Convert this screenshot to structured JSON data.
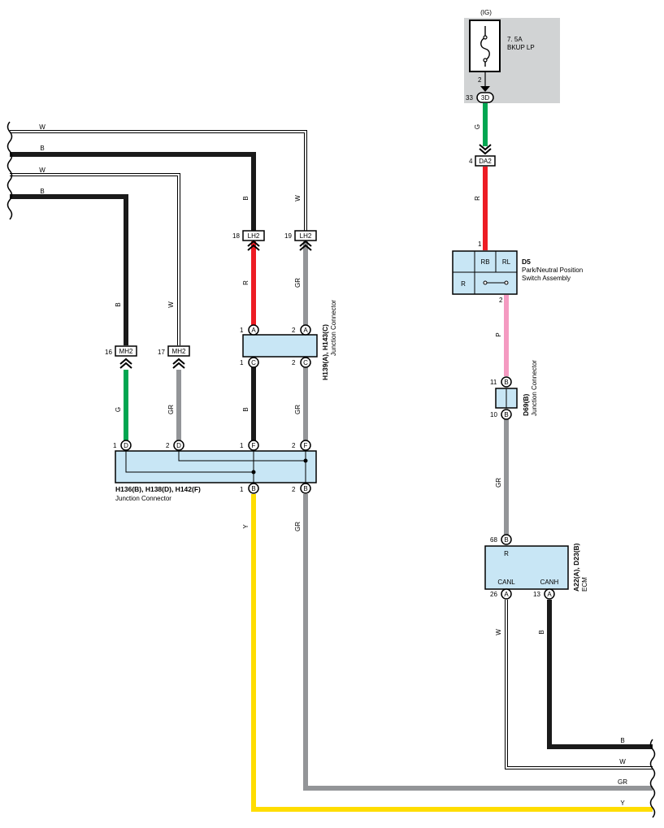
{
  "fuse": {
    "ig": "(IG)",
    "rating": "7. 5A",
    "name": "BKUP LP",
    "pin": "2",
    "conn_pin": "33",
    "conn": "3D"
  },
  "wire_colors": {
    "W": "#ffffff",
    "B": "#1a1a1a",
    "R": "#ed1c24",
    "G": "#00a651",
    "GR": "#939598",
    "P": "#f49ac1",
    "Y": "#ffdd00",
    "connector_fill": "#c8e6f5",
    "fuse_panel": "#d1d3d4"
  },
  "wire_labels": {
    "top_w1": "W",
    "top_b1": "B",
    "top_w2": "W",
    "top_b2": "B",
    "lh2_b": "B",
    "lh2_w": "W",
    "lh2_r": "R",
    "lh2_gr": "GR",
    "mh2_b": "B",
    "mh2_w": "W",
    "mh2_g": "G",
    "mh2_gr": "GR",
    "jc_b": "B",
    "jc_gr": "GR",
    "y_out": "Y",
    "gr_out": "GR",
    "fuse_g": "G",
    "da2_r": "R",
    "d5_p": "P",
    "d69_gr": "GR",
    "ecm_w": "W",
    "ecm_b": "B",
    "br_b": "B",
    "br_w": "W",
    "br_gr": "GR",
    "br_y": "Y"
  },
  "connectors": {
    "da2": {
      "pin": "4",
      "name": "DA2"
    },
    "lh2_a": {
      "pin": "18",
      "name": "LH2"
    },
    "lh2_b": {
      "pin": "19",
      "name": "LH2"
    },
    "mh2_a": {
      "pin": "16",
      "name": "MH2"
    },
    "mh2_b": {
      "pin": "17",
      "name": "MH2"
    }
  },
  "h139": {
    "title": "H139(A), H143(C)",
    "subtitle": "Junction Connector",
    "p1_num": "1",
    "p1_letter": "A",
    "p2_num": "2",
    "p2_letter": "A",
    "p3_num": "1",
    "p3_letter": "C",
    "p4_num": "2",
    "p4_letter": "C"
  },
  "h136": {
    "title": "H136(B), H138(D), H142(F)",
    "subtitle": "Junction Connector",
    "t1_num": "1",
    "t1_letter": "D",
    "t2_num": "2",
    "t2_letter": "D",
    "t3_num": "1",
    "t3_letter": "F",
    "t4_num": "2",
    "t4_letter": "F",
    "b1_num": "1",
    "b1_letter": "B",
    "b2_num": "2",
    "b2_letter": "B"
  },
  "d5": {
    "code": "D5",
    "name1": "Park/Neutral Position",
    "name2": "Switch Assembly",
    "rb": "RB",
    "rl": "RL",
    "r": "R",
    "pin_top": "1",
    "pin_bottom": "2"
  },
  "d69": {
    "title": "D69(B)",
    "subtitle": "Junction Connector",
    "top_num": "11",
    "top_letter": "B",
    "bot_num": "10",
    "bot_letter": "B"
  },
  "ecm": {
    "title": "A22(A), D23(B)",
    "subtitle": "ECM",
    "r": "R",
    "canl": "CANL",
    "canh": "CANH",
    "top_num": "68",
    "top_letter": "B",
    "l_num": "26",
    "l_letter": "A",
    "h_num": "13",
    "h_letter": "A"
  }
}
